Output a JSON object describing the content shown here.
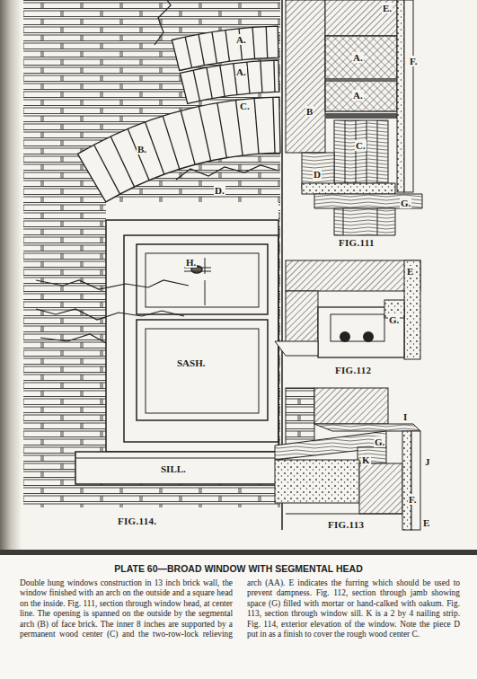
{
  "diagram": {
    "title": "PLATE 60—BROAD WINDOW WITH SEGMENTAL HEAD",
    "caption": "Double hung windows construction in 13 inch brick wall, the window finished with an arch on the outside and a square head on the inside. Fig. 111, section through window head, at center line. The opening is spanned on the outside by the segmental arch (B) of face brick. The inner 8 inches are supported by a permanent wood center (C) and the two-row-lock relieving arch (AA). E indicates the furring which should be used to prevent dampness. Fig. 112, section through jamb showing space (G) filled with mortar or hand-calked with oakum. Fig. 113, section through window sill. K is a 2 by 4 nailing strip. Fig. 114, exterior elevation of the window. Note the piece D put in as a finish to cover the rough wood center C.",
    "labels": [
      "A.",
      "A.",
      "B.",
      "C.",
      "D.",
      "H.",
      "SASH.",
      "SILL.",
      "FIG.114.",
      "E.",
      "F.",
      "A.",
      "A.",
      "B",
      "C.",
      "D",
      "G.",
      "FIG.111",
      "E",
      "G.",
      "FIG.112",
      "I",
      "G.",
      "K",
      "J",
      "F.",
      "E",
      "FIG.113"
    ]
  }
}
